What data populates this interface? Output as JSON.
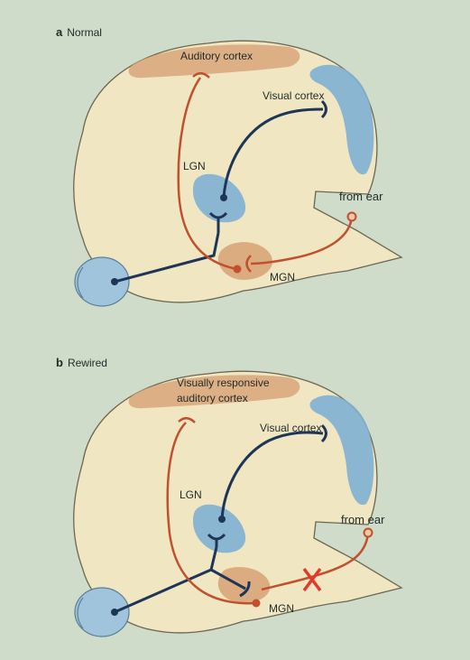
{
  "panels": [
    {
      "letter": "a",
      "title": "Normal",
      "labels": {
        "auditory_cortex": "Auditory cortex",
        "visual_cortex": "Visual cortex",
        "lgn": "LGN",
        "mgn": "MGN",
        "from_ear": "from ear"
      }
    },
    {
      "letter": "b",
      "title": "Rewired",
      "labels": {
        "auditory_cortex_line1": "Visually responsive",
        "auditory_cortex_line2": "auditory cortex",
        "visual_cortex": "Visual cortex",
        "lgn": "LGN",
        "mgn": "MGN",
        "from_ear": "from ear"
      }
    }
  ],
  "colors": {
    "background": "#cfdcc9",
    "brain": "#f0e6c2",
    "brain_outline": "#6b6650",
    "auditory_region": "#d9a57a",
    "visual_region": "#7fb0d3",
    "auditory_pathway": "#c0502e",
    "visual_pathway": "#1e3557",
    "lesion": "#e03a2a"
  }
}
